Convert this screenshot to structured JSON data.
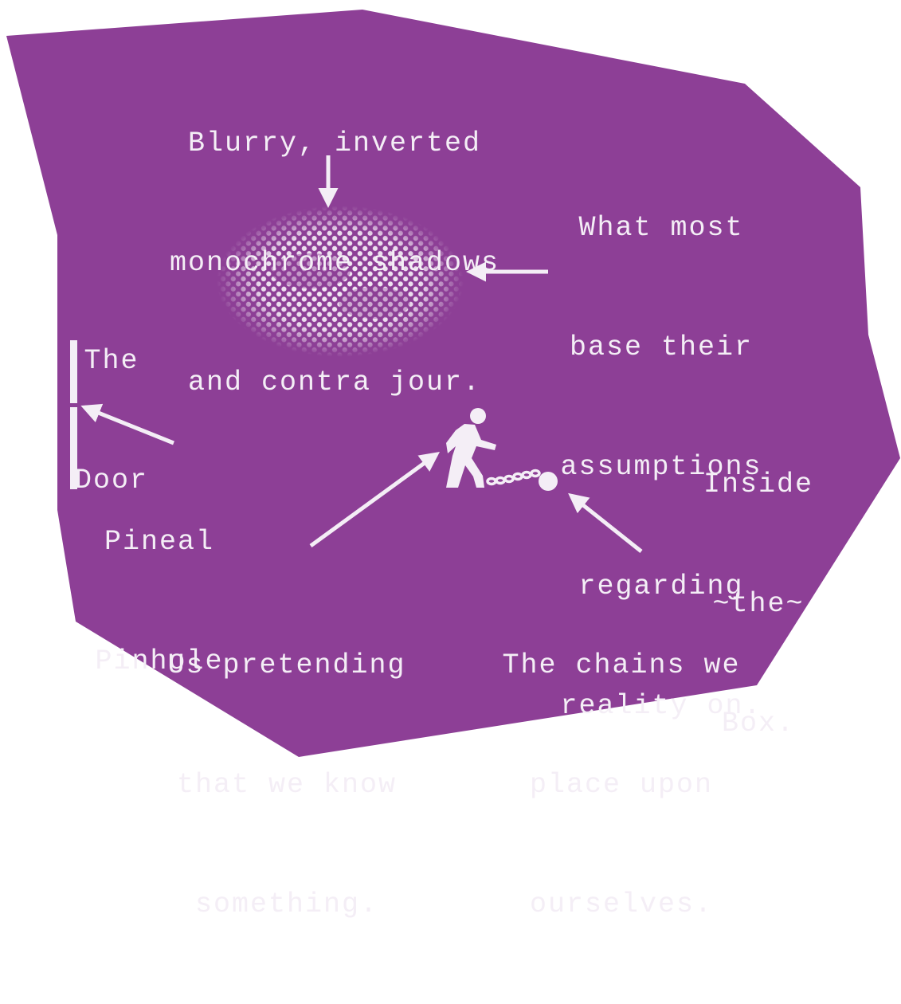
{
  "colors": {
    "background": "#8d3f96",
    "foreground": "#f4eef6",
    "page": "#ffffff"
  },
  "labels": {
    "shadows": [
      "Blurry, inverted",
      "monochrome shadows",
      "and contra jour."
    ],
    "assumptions": [
      "What most",
      "base their",
      "assumptions",
      "regarding",
      "reality on."
    ],
    "door": [
      "The",
      "Door"
    ],
    "pineal": [
      "Pineal",
      "Pinhole"
    ],
    "box": [
      "Inside",
      "~the~",
      "Box."
    ],
    "pretending": [
      "Us pretending",
      "that we know",
      "something."
    ],
    "chains": [
      "The chains we",
      "place upon",
      "ourselves."
    ]
  },
  "icons": {
    "walker": "walking-person-with-ball-and-chain-icon",
    "shadow": "halftone-blurry-shadow"
  }
}
